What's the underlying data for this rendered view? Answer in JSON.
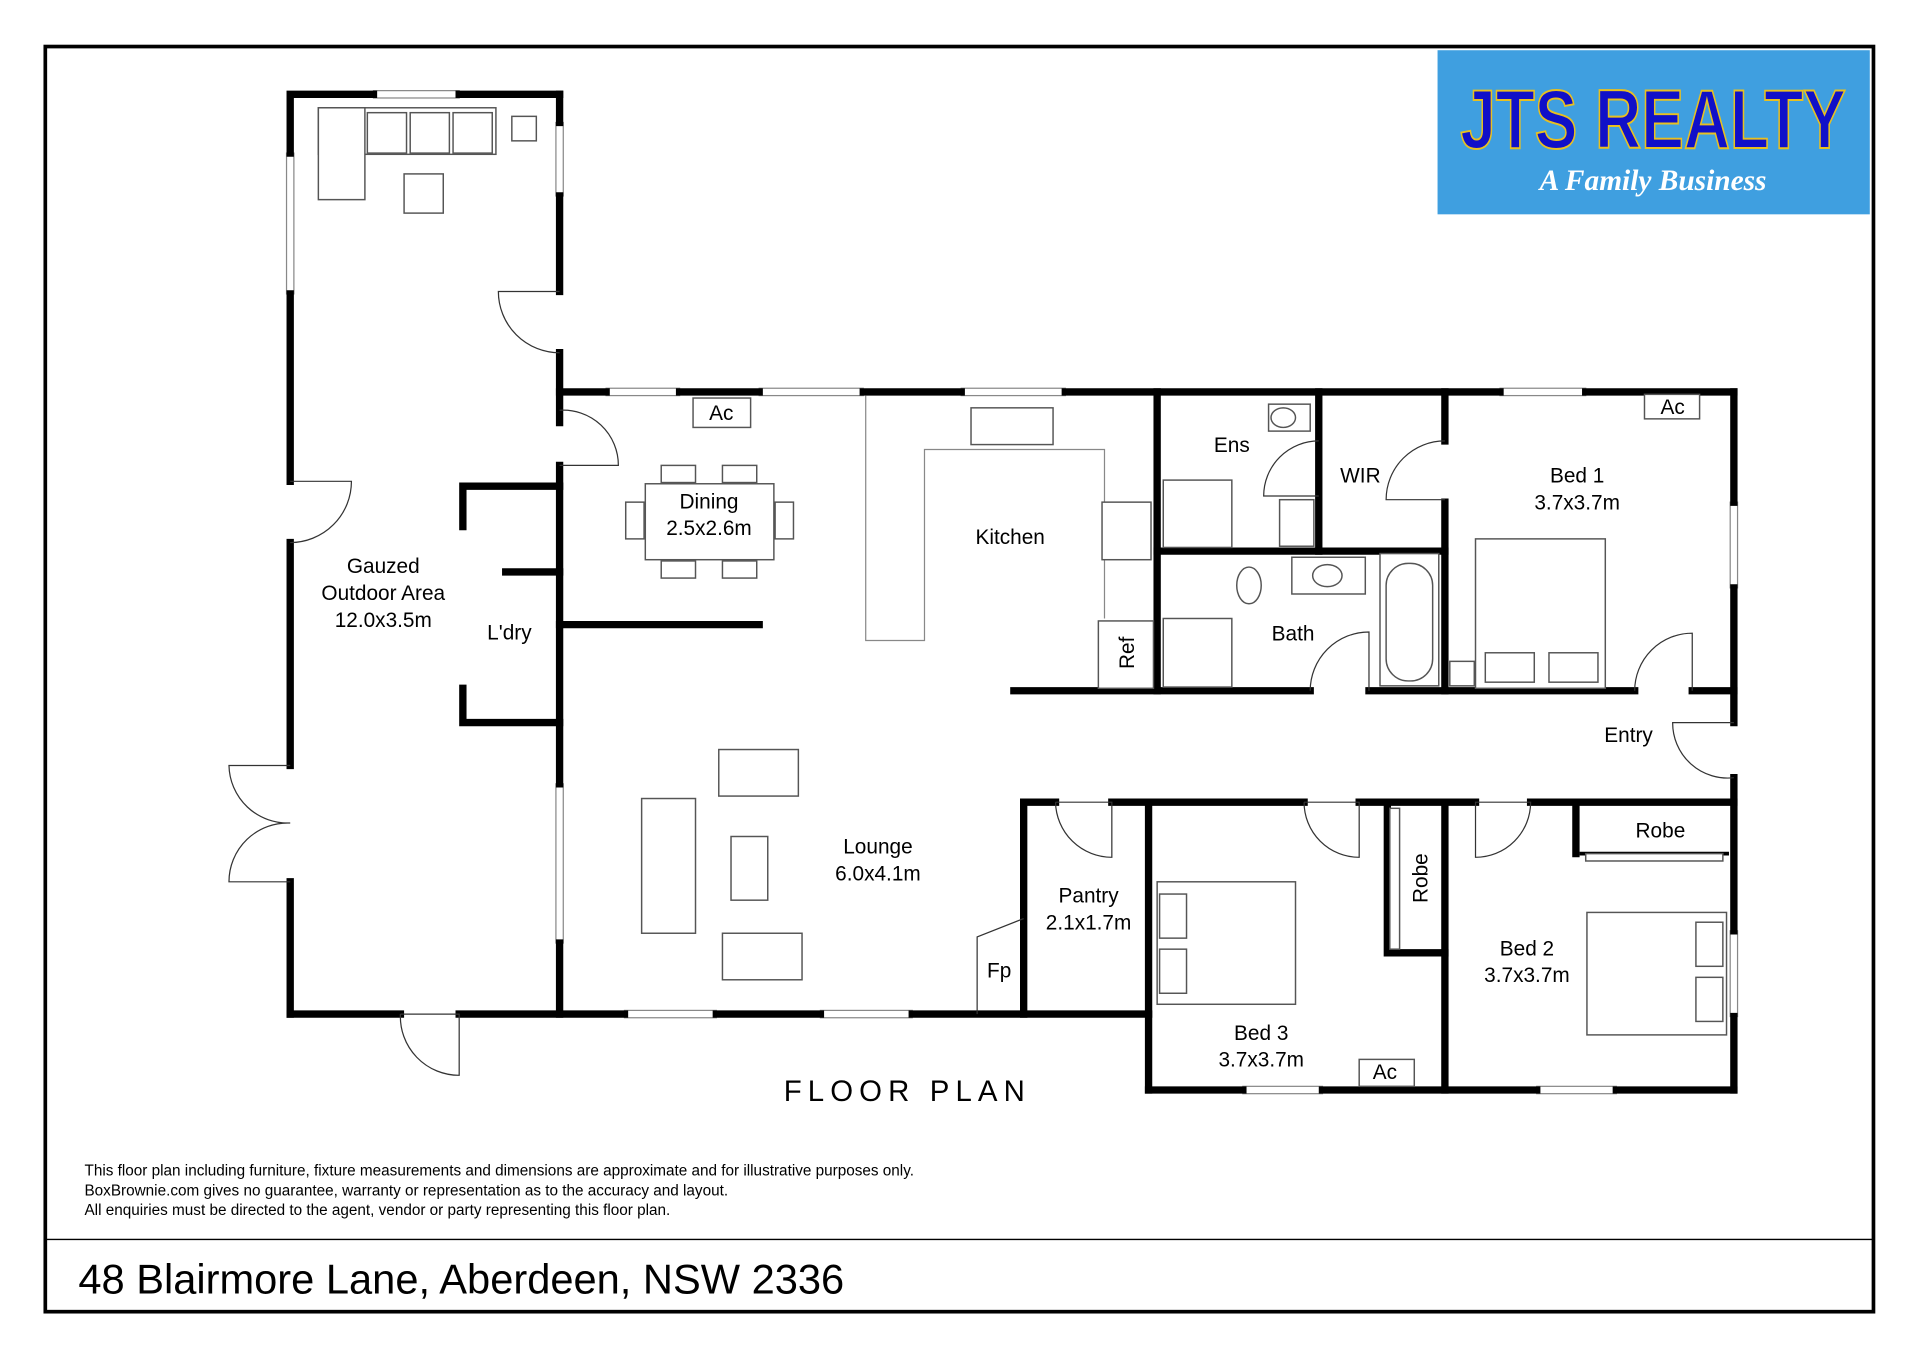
{
  "logo": {
    "name": "JTS REALTY",
    "tagline": "A Family Business",
    "colors": {
      "background": "#3f9fe0",
      "text": "#1010c8",
      "outline": "#e8c020",
      "tagline": "#ffffff"
    }
  },
  "rooms": {
    "outdoor": {
      "name_line1": "Gauzed",
      "name_line2": "Outdoor Area",
      "size": "12.0x3.5m"
    },
    "laundry": {
      "name": "L'dry"
    },
    "dining": {
      "name": "Dining",
      "size": "2.5x2.6m"
    },
    "kitchen": {
      "name": "Kitchen"
    },
    "ref": {
      "name": "Ref"
    },
    "ensuite": {
      "name": "Ens"
    },
    "wir": {
      "name": "WIR"
    },
    "bath": {
      "name": "Bath"
    },
    "bed1": {
      "name": "Bed 1",
      "size": "3.7x3.7m"
    },
    "entry": {
      "name": "Entry"
    },
    "lounge": {
      "name": "Lounge",
      "size": "6.0x4.1m"
    },
    "fireplace": {
      "name": "Fp"
    },
    "pantry": {
      "name": "Pantry",
      "size": "2.1x1.7m"
    },
    "bed3": {
      "name": "Bed 3",
      "size": "3.7x3.7m"
    },
    "bed3_robe": {
      "name": "Robe"
    },
    "bed2": {
      "name": "Bed 2",
      "size": "3.7x3.7m"
    },
    "bed2_robe": {
      "name": "Robe"
    },
    "ac_dining": "Ac",
    "ac_bed1": "Ac",
    "ac_bed3": "Ac"
  },
  "plan_title": "FLOOR PLAN",
  "disclaimer": [
    "This floor plan including furniture, fixture measurements and dimensions are approximate and for illustrative purposes only.",
    "BoxBrownie.com gives no guarantee, warranty or representation as to the accuracy and layout.",
    "All enquiries must be directed to the agent, vendor or party representing this floor plan."
  ],
  "address": "48 Blairmore Lane, Aberdeen, NSW 2336"
}
